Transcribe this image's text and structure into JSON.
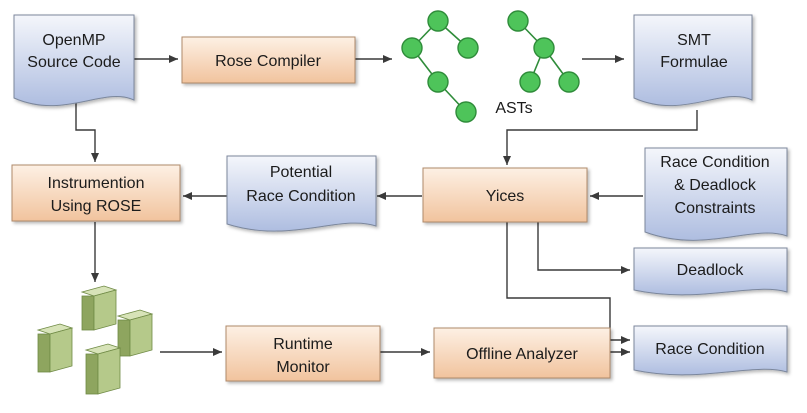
{
  "colors": {
    "doc_fill_top": "#f4f6fb",
    "doc_fill_bottom": "#aebde0",
    "doc_stroke": "#7b879c",
    "process_fill_top": "#fdf0e4",
    "process_fill_bottom": "#f1c39d",
    "process_stroke": "#b08a6b",
    "ast_node_fill": "#4ec45a",
    "ast_node_stroke": "#2f8c3a",
    "arrow": "#3a3a3a",
    "server_fill": "#b5c98a",
    "server_dark": "#7f9a52"
  },
  "nodes": {
    "openmp_source": {
      "line1": "OpenMP",
      "line2": "Source Code"
    },
    "rose_compiler": {
      "label": "Rose Compiler"
    },
    "asts": {
      "label": "ASTs"
    },
    "smt_formulae": {
      "line1": "SMT",
      "line2": "Formulae"
    },
    "instrumentation": {
      "line1": "Instrumention",
      "line2": "Using ROSE"
    },
    "potential_race": {
      "line1": "Potential",
      "line2": "Race Condition"
    },
    "yices": {
      "label": "Yices"
    },
    "constraints": {
      "line1": "Race Condition",
      "line2": "& Deadlock",
      "line3": "Constraints"
    },
    "deadlock": {
      "label": "Deadlock"
    },
    "runtime_monitor": {
      "line1": "Runtime",
      "line2": "Monitor"
    },
    "offline_analyzer": {
      "label": "Offline Analyzer"
    },
    "race_condition": {
      "label": "Race Condition"
    }
  },
  "icons": {
    "ast_tree": "tree-graph",
    "servers": "server-cluster"
  }
}
